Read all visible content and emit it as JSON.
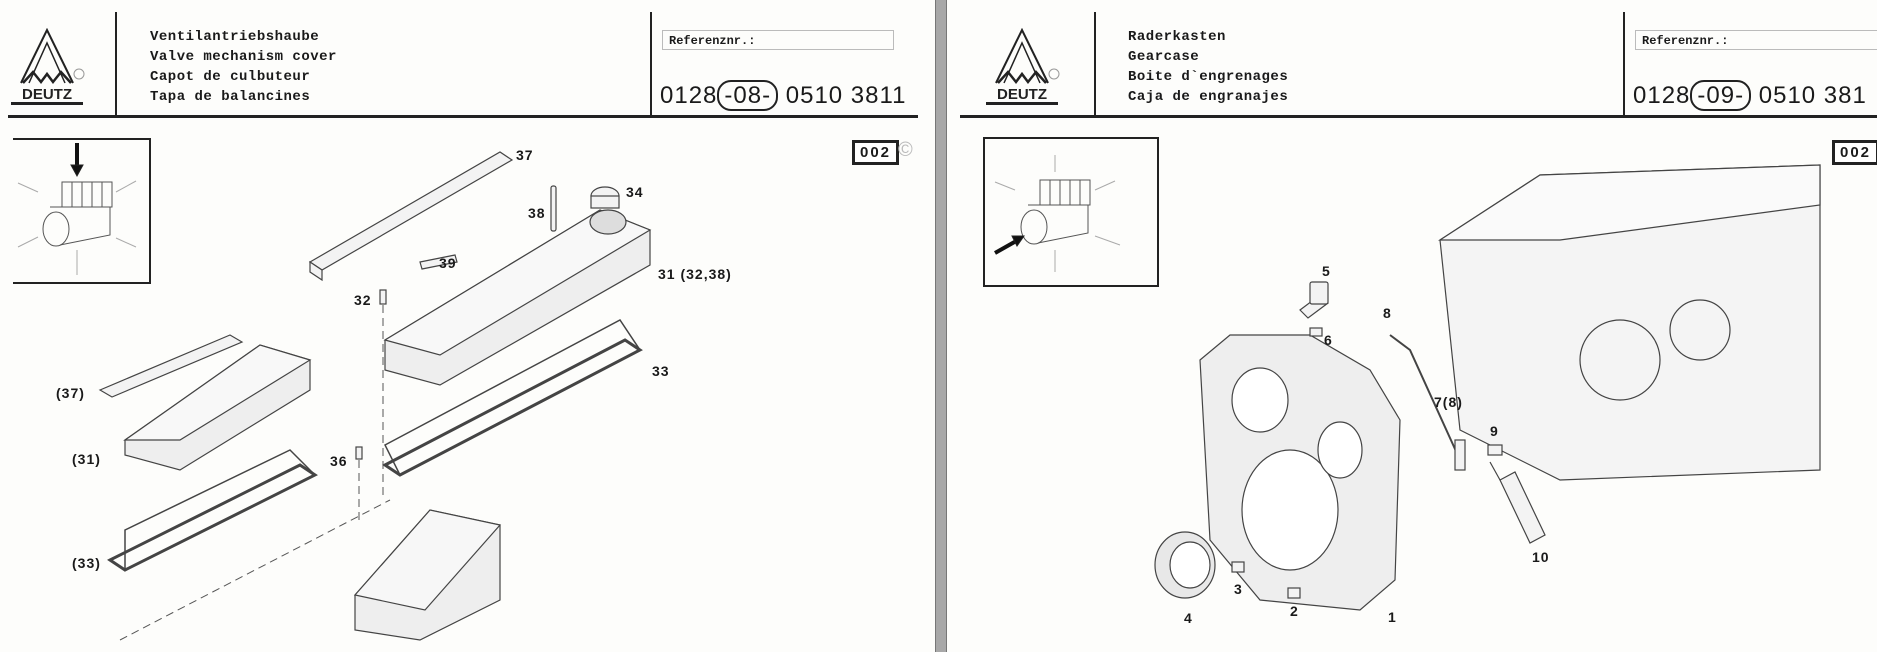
{
  "pages": [
    {
      "logo": "DEUTZ",
      "titles": [
        "Ventilantriebshaube",
        "Valve mechanism cover",
        "Capot de culbuteur",
        "Tapa de balancines"
      ],
      "reference_label": "Referenznr.:",
      "part_number": {
        "prefix": "0128",
        "group": "-08-",
        "suffix": "0510 3811"
      },
      "page_box": "002",
      "copyright": "©",
      "callouts": [
        "37",
        "34",
        "38",
        "39",
        "31 (32,38)",
        "32",
        "33",
        "(37)",
        "(31)",
        "36",
        "(33)"
      ]
    },
    {
      "logo": "DEUTZ",
      "titles": [
        "Raderkasten",
        "Gearcase",
        "Boite d`engrenages",
        "Caja de engranajes"
      ],
      "reference_label": "Referenznr.:",
      "part_number": {
        "prefix": "0128",
        "group": "-09-",
        "suffix": "0510 381"
      },
      "page_box": "002",
      "callouts": [
        "5",
        "8",
        "6",
        "7(8)",
        "9",
        "10",
        "1",
        "2",
        "3",
        "4"
      ]
    }
  ]
}
